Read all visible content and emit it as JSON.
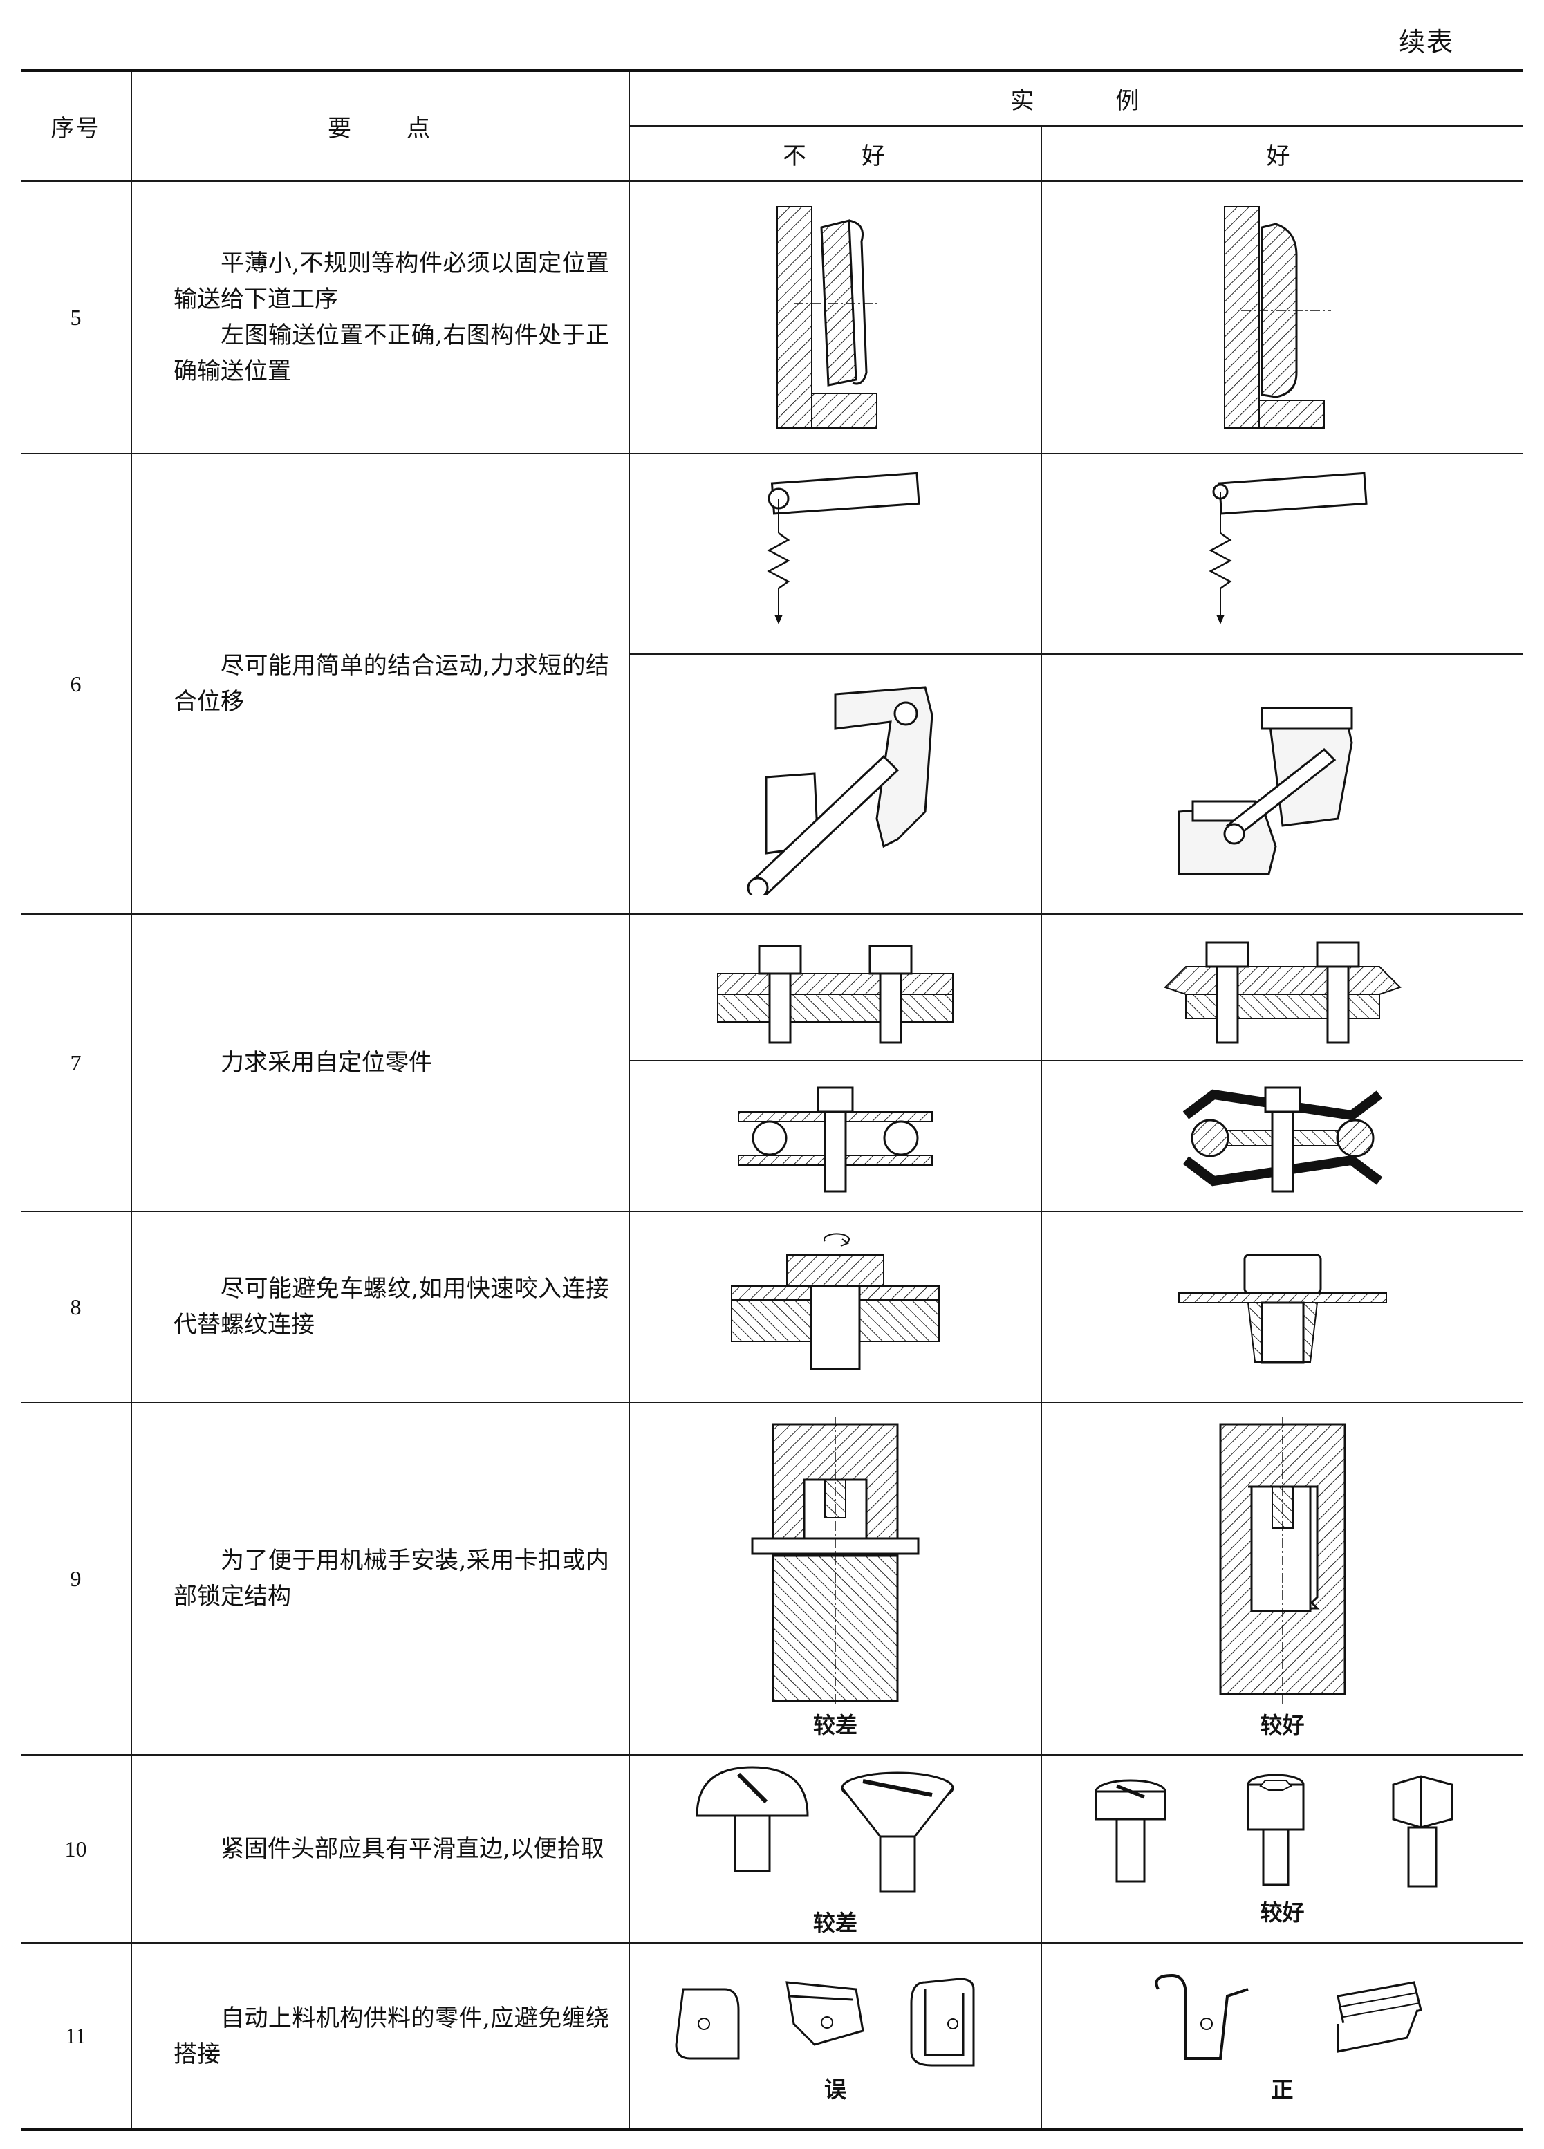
{
  "continued_label": "续表",
  "headers": {
    "seq": "序号",
    "key_points": "要　　点",
    "examples": "实　　　例",
    "bad": "不　　好",
    "good": "好"
  },
  "rows": [
    {
      "seq": "5",
      "text": [
        "平薄小,不规则等构件必须以固定位置输送给下道工序",
        "左图输送位置不正确,右图构件处于正确输送位置"
      ]
    },
    {
      "seq": "6",
      "text": [
        "尽可能用简单的结合运动,力求短的结合位移"
      ]
    },
    {
      "seq": "7",
      "text": [
        "力求采用自定位零件"
      ]
    },
    {
      "seq": "8",
      "text": [
        "尽可能避免车螺纹,如用快速咬入连接代替螺纹连接"
      ]
    },
    {
      "seq": "9",
      "text": [
        "为了便于用机械手安装,采用卡扣或内部锁定结构"
      ],
      "bad_caption": "较差",
      "good_caption": "较好"
    },
    {
      "seq": "10",
      "text": [
        "紧固件头部应具有平滑直边,以便拾取"
      ],
      "bad_caption": "较差",
      "good_caption": "较好"
    },
    {
      "seq": "11",
      "text": [
        "自动上料机构供料的零件,应避免缠绕搭接"
      ],
      "bad_caption": "误",
      "good_caption": "正"
    }
  ]
}
